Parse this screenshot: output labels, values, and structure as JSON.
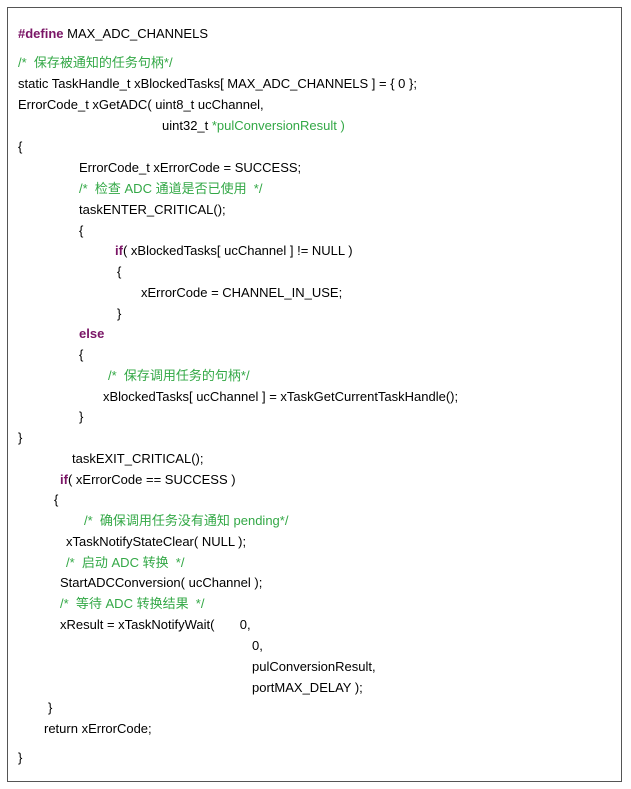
{
  "code": {
    "colors": {
      "text": "#000000",
      "keyword": "#7a1566",
      "comment": "#33a846",
      "border": "#555555"
    },
    "lines": [
      {
        "kw": "#define",
        "text": " MAX_ADC_CHANNELS"
      },
      {
        "cm": "/*  保存被通知的任务句柄*/"
      },
      {
        "text": "static TaskHandle_t xBlockedTasks[ MAX_ADC_CHANNELS ] = { 0 };"
      },
      {
        "text": "ErrorCode_t xGetADC( uint8_t ucChannel,"
      },
      {
        "text": "uint32_t ",
        "cm": "*pulConversionResult )"
      },
      {
        "text": "{"
      },
      {
        "text": "ErrorCode_t xErrorCode = SUCCESS;"
      },
      {
        "cm": "/*  检查 ADC 通道是否已使用  */"
      },
      {
        "text": "taskENTER_CRITICAL();"
      },
      {
        "text": "{"
      },
      {
        "kw": "if",
        "text": "( xBlockedTasks[ ucChannel ] != NULL )"
      },
      {
        "text": "{"
      },
      {
        "text": "xErrorCode = CHANNEL_IN_USE;"
      },
      {
        "text": "}"
      },
      {
        "kw": "else"
      },
      {
        "text": "{"
      },
      {
        "cm": "/*  保存调用任务的句柄*/"
      },
      {
        "text": "xBlockedTasks[ ucChannel ] = xTaskGetCurrentTaskHandle();"
      },
      {
        "text": "}"
      },
      {
        "text": "}"
      },
      {
        "text": "taskEXIT_CRITICAL();"
      },
      {
        "kw": "if",
        "text": "( xErrorCode == SUCCESS )"
      },
      {
        "text": "{"
      },
      {
        "cm": "/*  确保调用任务没有通知 pending*/"
      },
      {
        "text": "xTaskNotifyStateClear( NULL );"
      },
      {
        "cm": "/*  启动 ADC 转换  */"
      },
      {
        "text": "StartADCConversion( ucChannel );"
      },
      {
        "cm": "/*  等待 ADC 转换结果  */"
      },
      {
        "text": "xResult = xTaskNotifyWait(       0,"
      },
      {
        "text": "0,"
      },
      {
        "text": "pulConversionResult,"
      },
      {
        "text": "portMAX_DELAY );"
      },
      {
        "text": "}"
      },
      {
        "text": "return xErrorCode;"
      },
      {
        "text": "}"
      }
    ]
  }
}
